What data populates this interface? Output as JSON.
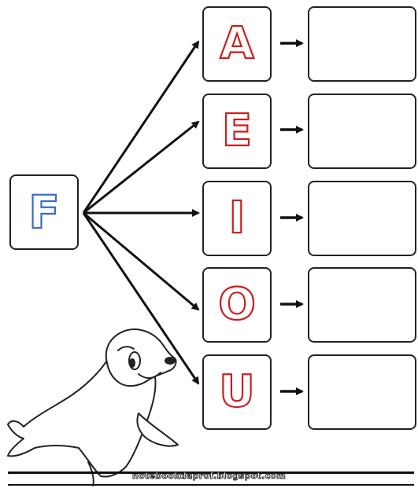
{
  "source_letter": "F",
  "vowels": [
    "A",
    "E",
    "I",
    "O",
    "U"
  ],
  "footer": "notebookdaprof.blogspot.com",
  "colors": {
    "vowel_outline": "#cc1f1f",
    "source_outline": "#3a6ec8",
    "ink": "#222222"
  },
  "icons": {
    "mascot": "seal-cartoon-icon"
  }
}
